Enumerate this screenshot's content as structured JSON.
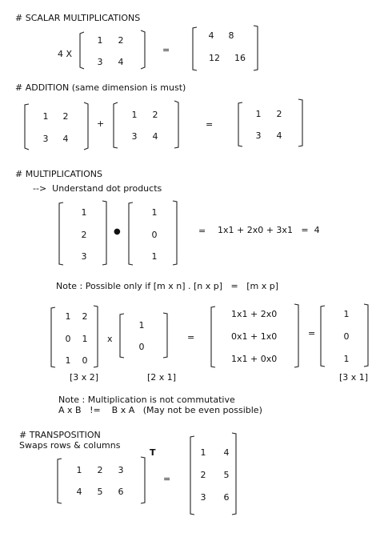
{
  "headings": {
    "scalar": "# SCALAR MULTIPLICATIONS",
    "addition": "# ADDITION (same dimension is must)",
    "multiplication": "# MULTIPLICATIONS",
    "transposition": "# TRANSPOSITION"
  },
  "scalar": {
    "factor": "4 X",
    "equals": "=",
    "matrix_a": [
      [
        "1",
        "2"
      ],
      [
        "3",
        "4"
      ]
    ],
    "result": [
      [
        "4",
        "8"
      ],
      [
        "12",
        "16"
      ]
    ]
  },
  "addition": {
    "matrix_a": [
      [
        "1",
        "2"
      ],
      [
        "3",
        "4"
      ]
    ],
    "plus": "+",
    "matrix_b": [
      [
        "1",
        "2"
      ],
      [
        "3",
        "4"
      ]
    ],
    "equals": "=",
    "result": [
      [
        "1",
        "2"
      ],
      [
        "3",
        "4"
      ]
    ]
  },
  "multiplication": {
    "dot_products_note": "-->  Understand dot products",
    "vec_a": [
      "1",
      "2",
      "3"
    ],
    "dot": "●",
    "vec_b": [
      "1",
      "0",
      "1"
    ],
    "equals": "=",
    "dot_result": "1x1 + 2x0 + 3x1   =  4",
    "possible_note": "Note : Possible only if [m x n] . [n x p]   =   [m x p]",
    "matrix_a": [
      [
        "1",
        "2"
      ],
      [
        "0",
        "1"
      ],
      [
        "1",
        "0"
      ]
    ],
    "times": "x",
    "vec_c": [
      "1",
      "0"
    ],
    "equals2": "=",
    "expanded": [
      "1x1 + 2x0",
      "0x1 + 1x0",
      "1x1 + 0x0"
    ],
    "equals3": "=",
    "result": [
      "1",
      "0",
      "1"
    ],
    "dim_a": "[3 x 2]",
    "dim_b": "[2 x 1]",
    "dim_result": "[3 x 1]",
    "commutative_note": "Note : Multiplication is not commutative",
    "inequality": "A x B   !=    B x A   (May not be even possible)"
  },
  "transposition": {
    "subtitle": "Swaps rows & columns",
    "superscript": "T",
    "matrix": [
      [
        "1",
        "2",
        "3"
      ],
      [
        "4",
        "5",
        "6"
      ]
    ],
    "equals": "=",
    "result": [
      [
        "1",
        "4"
      ],
      [
        "2",
        "5"
      ],
      [
        "3",
        "6"
      ]
    ]
  }
}
